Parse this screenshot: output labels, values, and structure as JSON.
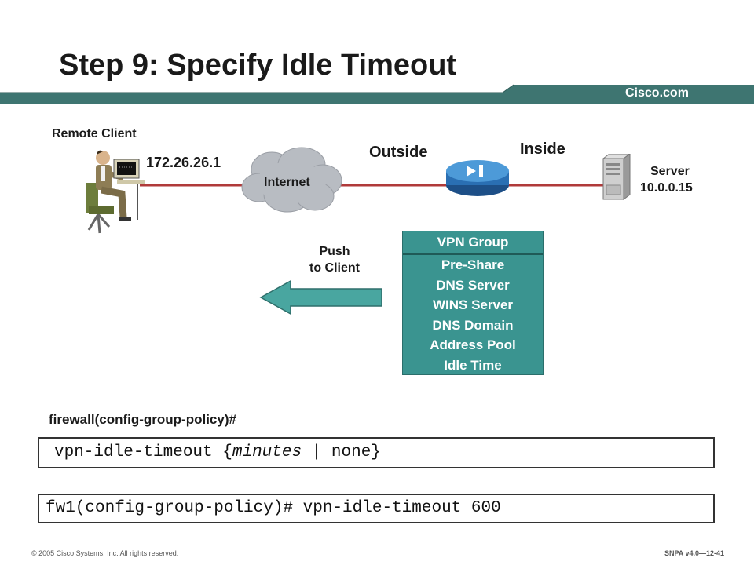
{
  "slide": {
    "title": "Step 9: Specify Idle Timeout",
    "brand": "Cisco.com",
    "colors": {
      "banner": "#3e7571",
      "vpn_box": "#3a9490",
      "link": "#b03a3a",
      "arrow": "#49a6a0"
    }
  },
  "diagram": {
    "remote_client_label": "Remote Client",
    "client_ip": "172.26.26.1",
    "cloud_label": "Internet",
    "outside_label": "Outside",
    "inside_label": "Inside",
    "server_label": "Server",
    "server_ip": "10.0.0.15",
    "push_line1": "Push",
    "push_line2": "to Client",
    "icons": [
      "user-at-workstation-icon",
      "internet-cloud-icon",
      "pix-firewall-icon",
      "server-tower-icon",
      "push-arrow-icon"
    ]
  },
  "vpn_group": {
    "header": "VPN Group",
    "items": [
      "Pre-Share",
      "DNS Server",
      "WINS Server",
      "DNS Domain",
      "Address Pool",
      "Idle Time"
    ]
  },
  "commands": {
    "prompt_label": "firewall(config-group-policy)#",
    "syntax_command": "vpn-idle-timeout",
    "syntax_open": "{",
    "syntax_param": "minutes",
    "syntax_sep": " | none}",
    "example": "fw1(config-group-policy)# vpn-idle-timeout 600"
  },
  "footer": {
    "copyright": "© 2005 Cisco Systems, Inc. All rights reserved.",
    "course": "SNPA v4.0—12-41"
  }
}
